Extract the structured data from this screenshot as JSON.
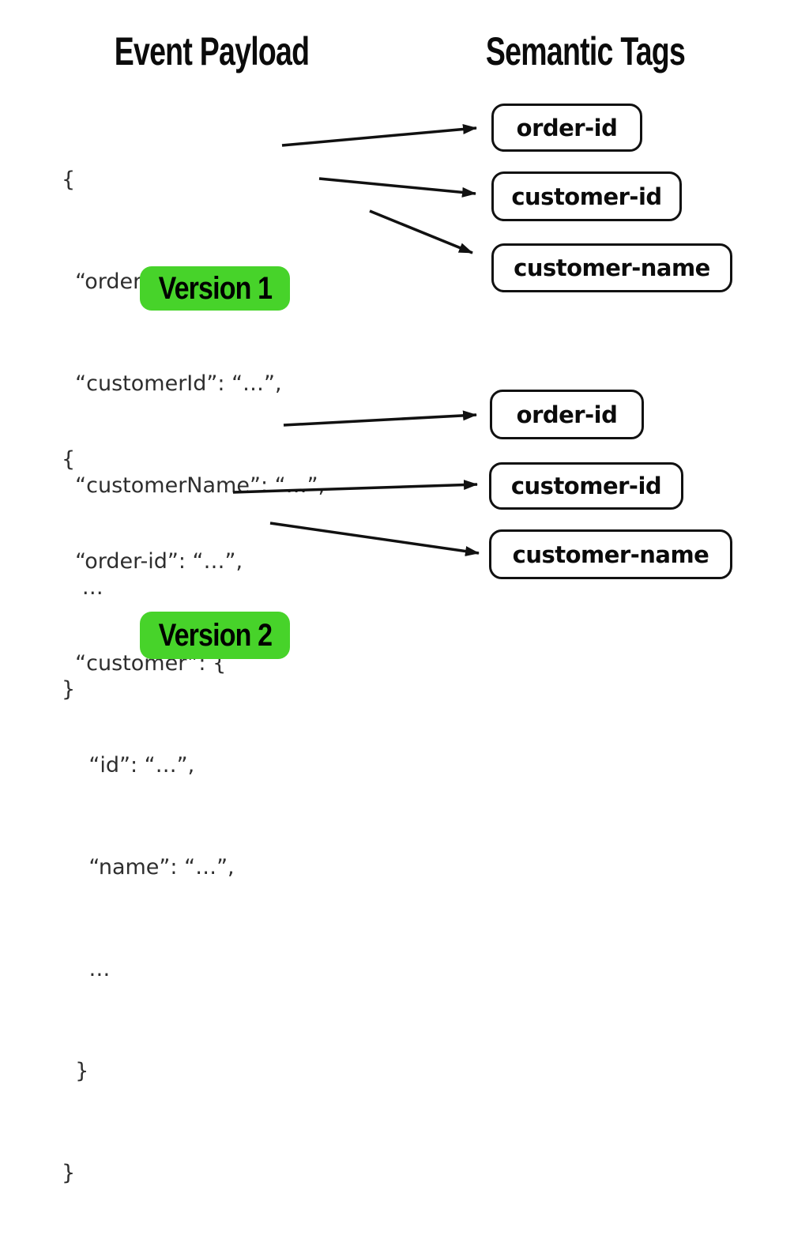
{
  "diagram": {
    "left_column_title": "Event Payload",
    "right_column_title": "Semantic Tags",
    "sections": [
      {
        "badge": "Version 1",
        "code_lines": [
          "{",
          "  “order-id”: “…”,",
          "  “customerId”: “…”,",
          "  “customerName”: “…”,",
          "   …",
          "}"
        ],
        "tags": [
          "order-id",
          "customer-id",
          "customer-name"
        ]
      },
      {
        "badge": "Version 2",
        "code_lines": [
          "{",
          "  “order-id”: “…”,",
          "  “customer”: {",
          "    “id”: “…”,",
          "    “name”: “…”,",
          "    …",
          "  }",
          "}"
        ],
        "tags": [
          "order-id",
          "customer-id",
          "customer-name"
        ]
      }
    ],
    "colors": {
      "badge_green": "#47d32a",
      "ink": "#111111",
      "code_text": "#2e2e2e"
    }
  }
}
